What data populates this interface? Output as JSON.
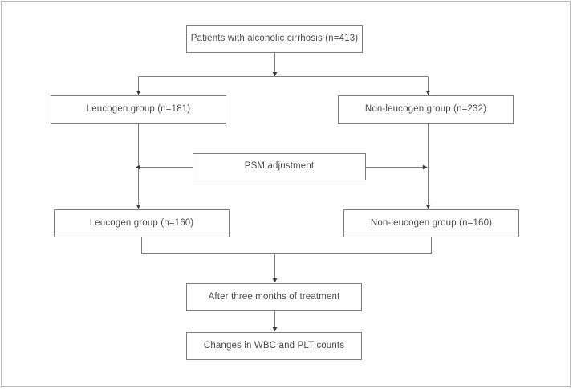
{
  "figure": {
    "type": "flowchart",
    "title": "",
    "border_color": "#b9b9b9",
    "node_border_color": "#7d7d7d",
    "text_color": "#4b4b4b",
    "background": "#ffffff"
  },
  "nodes": {
    "top": {
      "label": "Patients with alcoholic cirrhosis (n=413)",
      "n": 413
    },
    "leucogen_pre": {
      "label": "Leucogen group (n=181)",
      "n": 181
    },
    "nonleucogen_pre": {
      "label": "Non-leucogen group (n=232)",
      "n": 232
    },
    "psm": {
      "label": "PSM adjustment"
    },
    "leucogen_post": {
      "label": "Leucogen group (n=160)",
      "n": 160
    },
    "nonleucogen_post": {
      "label": "Non-leucogen group (n=160)",
      "n": 160
    },
    "after_treatment": {
      "label": "After three months of treatment"
    },
    "outcome": {
      "label": "Changes in WBC and PLT counts"
    }
  },
  "edges": [
    {
      "from": "top",
      "to": "leucogen_pre",
      "style": "elbow-split-arrow"
    },
    {
      "from": "top",
      "to": "nonleucogen_pre",
      "style": "elbow-split-arrow"
    },
    {
      "from": "leucogen_pre",
      "to": "leucogen_post",
      "style": "straight-arrow"
    },
    {
      "from": "nonleucogen_pre",
      "to": "nonleucogen_post",
      "style": "straight-arrow"
    },
    {
      "from": "psm",
      "to": "leucogen_branch_line",
      "style": "left-arrow"
    },
    {
      "from": "psm",
      "to": "nonleucogen_branch_line",
      "style": "right-arrow"
    },
    {
      "from": "leucogen_post",
      "to": "after_treatment",
      "style": "merge-arrow"
    },
    {
      "from": "nonleucogen_post",
      "to": "after_treatment",
      "style": "merge-arrow"
    },
    {
      "from": "after_treatment",
      "to": "outcome",
      "style": "straight-arrow"
    }
  ]
}
